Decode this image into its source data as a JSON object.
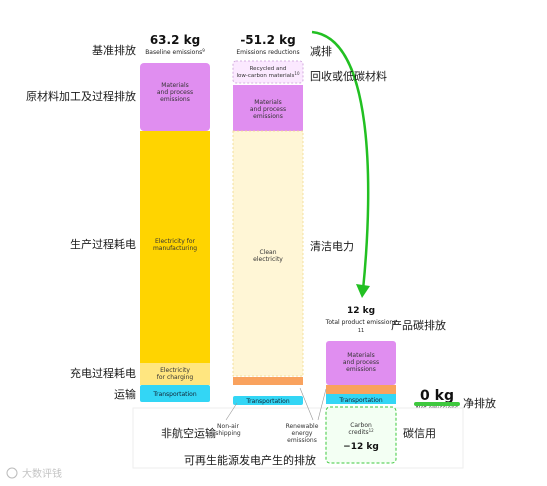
{
  "chart_data": {
    "type": "bar",
    "unit": "kg",
    "columns": [
      {
        "value_label": "63.2 kg",
        "sub_label": "Baseline emissions",
        "sup": "9",
        "segments": [
          {
            "label": "Materials and process emissions",
            "color": "#e08ef0"
          },
          {
            "label": "Electricity for manufacturing",
            "color": "#ffd400"
          },
          {
            "label": "Electricity for charging",
            "color": "#ffe680"
          },
          {
            "label": "Transportation",
            "color": "#33d6f5"
          }
        ]
      },
      {
        "value_label": "-51.2 kg",
        "sub_label": "Emissions reductions",
        "segments": [
          {
            "label": "Recycled and low-carbon materials",
            "sup": "10",
            "color": "#fbe9ff"
          },
          {
            "label": "Materials and process emissions",
            "color": "#e08ef0"
          },
          {
            "label": "Clean electricity",
            "color": "#fff6d6"
          },
          {
            "label": "",
            "color": "#f9a25e"
          },
          {
            "label": "Transportation",
            "color": "#33d6f5"
          }
        ]
      },
      {
        "value_label": "12 kg",
        "sub_label": "Total product emissions",
        "sup": "11",
        "segments": [
          {
            "label": "Materials and process emissions",
            "color": "#e08ef0"
          },
          {
            "label": "",
            "color": "#f9a25e"
          },
          {
            "label": "Transportation",
            "color": "#33d6f5"
          }
        ]
      },
      {
        "value_label": "0 kg",
        "sub_label": "Net emissions"
      }
    ],
    "credits": {
      "label": "Carbon credits",
      "sup": "12",
      "value_label": "−12 kg",
      "color": "#3ec83e"
    },
    "bottom_labels": [
      "Non-air shipping",
      "Renewable energy emissions"
    ]
  },
  "annotations_cn": {
    "baseline": "基准排放",
    "materials": "原材料加工及过程排放",
    "manufacturing": "生产过程耗电",
    "charging": "充电过程耗电",
    "transport": "运输",
    "reduction": "减排",
    "recycled": "回收或低碳材料",
    "clean_electricity": "清洁电力",
    "product_emissions": "产品碳排放",
    "net": "净排放",
    "credits": "碳信用",
    "non_air": "非航空运输",
    "renewable": "可再生能源发电产生的排放"
  },
  "watermark": "大数评钱"
}
